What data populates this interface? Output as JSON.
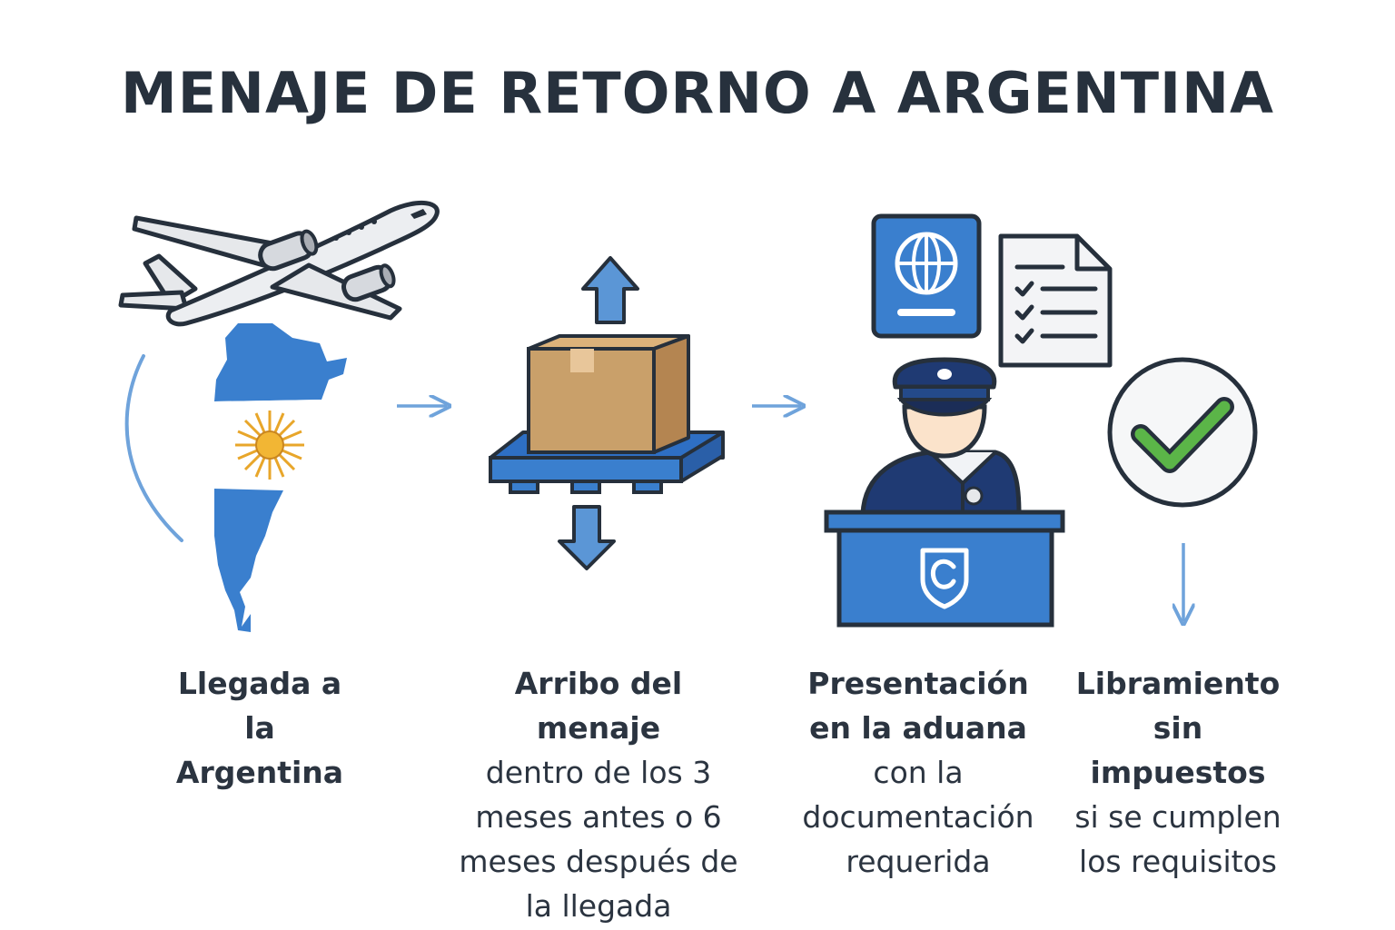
{
  "title": "MENAJE DE RETORNO A ARGENTINA",
  "colors": {
    "accent_blue": "#3a7fce",
    "dark_navy": "#1f3a73",
    "outline": "#26303c",
    "box_brown": "#c9a06a",
    "sun_gold": "#e8a62a",
    "check_green": "#5bb548"
  },
  "steps": [
    {
      "icon": "airplane-argentina-map-icon",
      "head": "Llegada a la Argentina",
      "desc": ""
    },
    {
      "icon": "package-pallet-icon",
      "head": "Arribo del menaje",
      "desc": "dentro de los 3 meses antes o 6 meses después de la llegada"
    },
    {
      "icon": "customs-officer-desk-icon",
      "head": "Presentación en la aduana",
      "desc": "con la documentación requerida"
    },
    {
      "icon": "approved-check-icon",
      "head": "Libramiento sin impuestos",
      "desc": "si se cumplen los requisitos"
    }
  ]
}
